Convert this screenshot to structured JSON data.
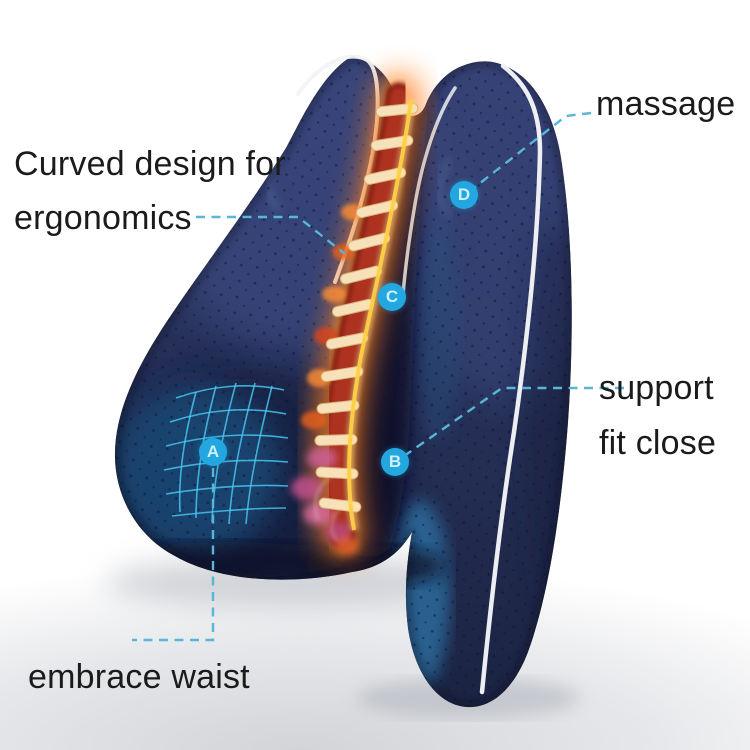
{
  "image": {
    "description": "memory foam lumbar support back cushion with glowing spine overlay and feature callouts"
  },
  "labels": {
    "ergonomics": {
      "line1": "Curved design for",
      "line2": "ergonomics"
    },
    "massage": {
      "text": "massage"
    },
    "support": {
      "line1": "support",
      "line2": "fit close"
    },
    "embrace": {
      "text": "embrace waist"
    }
  },
  "markers": [
    {
      "letter": "A",
      "feature": "embrace waist"
    },
    {
      "letter": "B",
      "feature": "support fit close"
    },
    {
      "letter": "C",
      "feature": "curved design for ergonomics"
    },
    {
      "letter": "D",
      "feature": "massage"
    }
  ],
  "colors": {
    "marker": "#23a7e0",
    "leader": "#58b6d6",
    "grid": "#48cdf5",
    "text": "#1b1b1b",
    "pillow": "#2a3360",
    "spine_glow": "#ff7d1e"
  }
}
